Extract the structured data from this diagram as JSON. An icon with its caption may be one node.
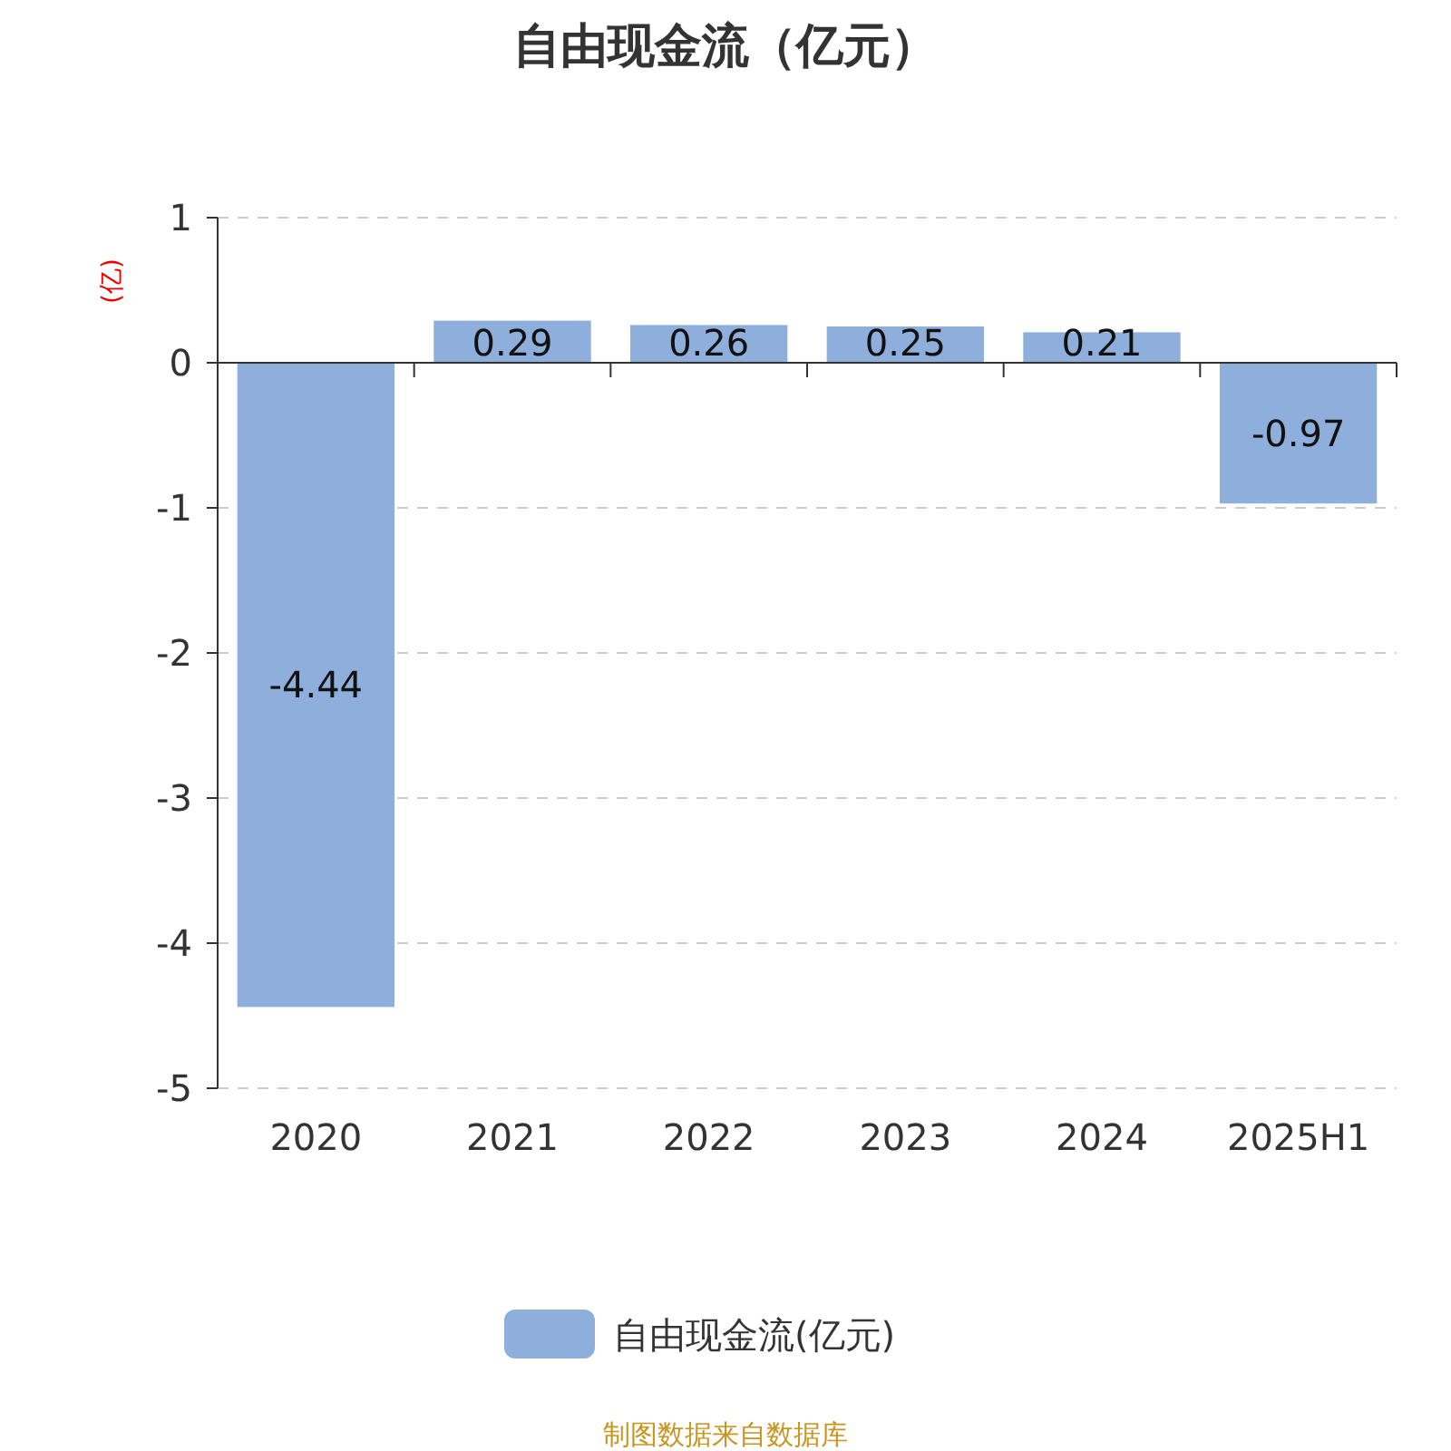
{
  "diagram": {
    "title": "自由现金流（亿元）",
    "labels": [
      "制图数据来自数据库"
    ],
    "chart_data": {
      "type": "bar",
      "ylabel": "(亿)",
      "categories": [
        "2020",
        "2021",
        "2022",
        "2023",
        "2024",
        "2025H1"
      ],
      "series": [
        {
          "name": "自由现金流(亿元)",
          "color": "#8eaedb",
          "values": [
            -4.44,
            0.29,
            0.26,
            0.25,
            0.21,
            -0.97
          ]
        }
      ],
      "grid": true,
      "ylim": [
        -5,
        1
      ],
      "yticks": [
        -5,
        -4,
        -3,
        -2,
        -1,
        0,
        1
      ],
      "data_labels": true
    }
  }
}
